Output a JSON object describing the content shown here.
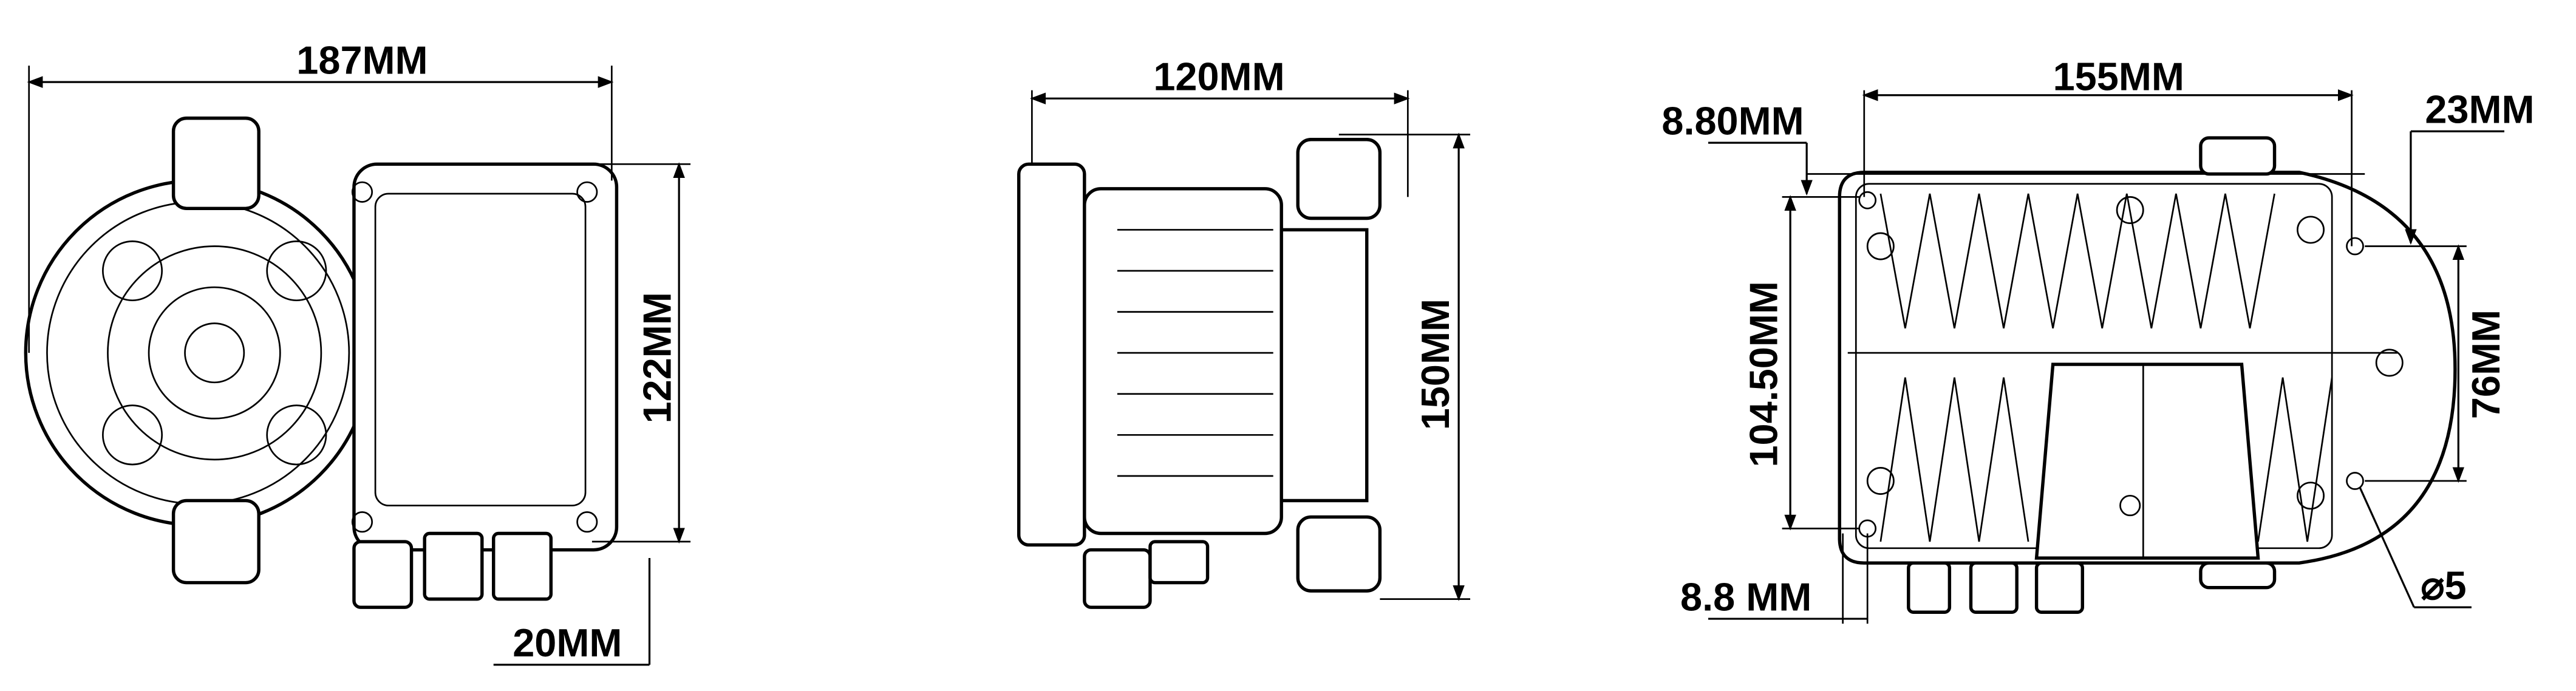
{
  "front_view": {
    "width_label": "187MM",
    "height_label": "122MM",
    "offset_label": "20MM"
  },
  "side_view": {
    "depth_label": "120MM",
    "height_label": "150MM"
  },
  "back_view": {
    "hole_spacing_label": "155MM",
    "top_offset_label": "8.80MM",
    "right_offset_label": "23MM",
    "vertical_spacing_label": "104.50MM",
    "right_spacing_label": "76MM",
    "bottom_offset_label": "8.8 MM",
    "hole_diameter_label": "⌀5"
  }
}
